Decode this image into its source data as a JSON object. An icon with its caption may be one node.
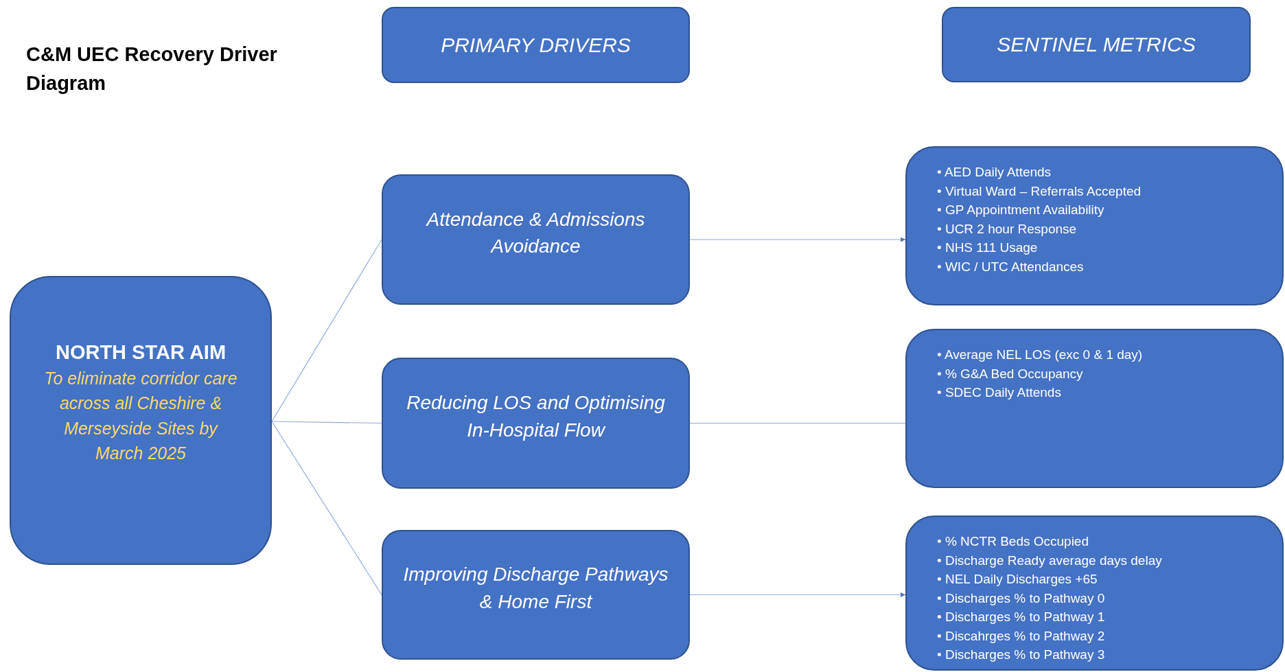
{
  "diagram": {
    "title": "C&M UEC Recovery Driver Diagram",
    "nodes": [
      {
        "text": [
          "PRIMARY DRIVERS"
        ]
      },
      {
        "text": [
          "SENTINEL METRICS"
        ]
      },
      {
        "text": [
          "NORTH STAR AIM",
          "To eliminate corridor care across all Cheshire & Merseyside Sites by March 2025"
        ]
      },
      {
        "text": [
          "Attendance & Admissions Avoidance"
        ]
      },
      {
        "text": [
          "• AED Daily Attends",
          "• Virtual Ward – Referrals Accepted",
          "• GP Appointment Availability",
          "• UCR 2 hour Response",
          "• NHS 111 Usage",
          "• WIC / UTC Attendances"
        ]
      },
      {
        "text": [
          "Reducing LOS and Optimising In-Hospital Flow"
        ]
      },
      {
        "text": [
          "• Average NEL LOS (exc 0 & 1 day)",
          "• % G&A Bed Occupancy",
          "• SDEC Daily Attends"
        ]
      },
      {
        "text": [
          "Improving Discharge Pathways & Home First"
        ]
      },
      {
        "text": [
          "• % NCTR Beds Occupied",
          "• Discharge Ready average days delay",
          "• NEL Daily Discharges +65",
          "• Discharges % to Pathway 0",
          "• Discharges % to Pathway 1",
          "• Discahrges % to Pathway 2",
          "• Discharges % to Pathway 3"
        ]
      }
    ],
    "edges": [
      {
        "from": 2,
        "to": 3,
        "arrow": "none"
      },
      {
        "from": 2,
        "to": 5,
        "arrow": "none"
      },
      {
        "from": 2,
        "to": 7,
        "arrow": "none"
      },
      {
        "from": 3,
        "to": 4,
        "arrow": "to"
      },
      {
        "from": 5,
        "to": 6,
        "arrow": "none"
      },
      {
        "from": 7,
        "to": 8,
        "arrow": "to"
      }
    ]
  }
}
